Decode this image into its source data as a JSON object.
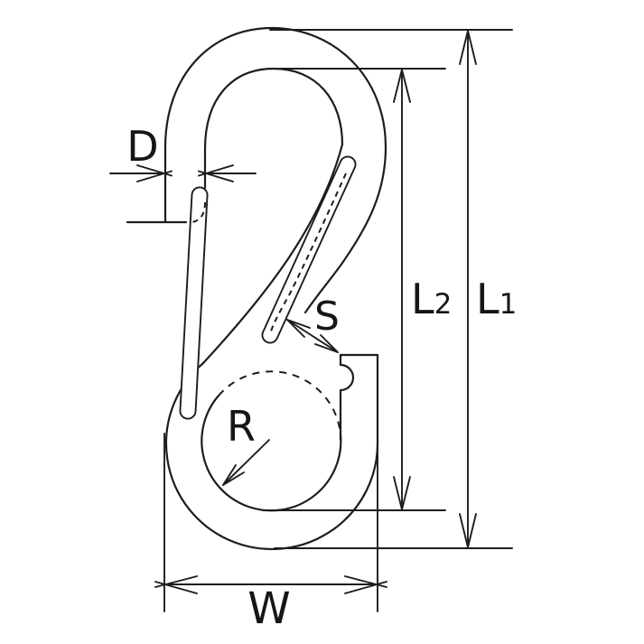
{
  "colors": {
    "line": "#1d1d1d",
    "background": "#ffffff"
  },
  "labels": {
    "d": "D",
    "s": "S",
    "r": "R",
    "w": "W",
    "l1_base": "L",
    "l1_sub": "1",
    "l2_base": "L",
    "l2_sub": "2"
  }
}
